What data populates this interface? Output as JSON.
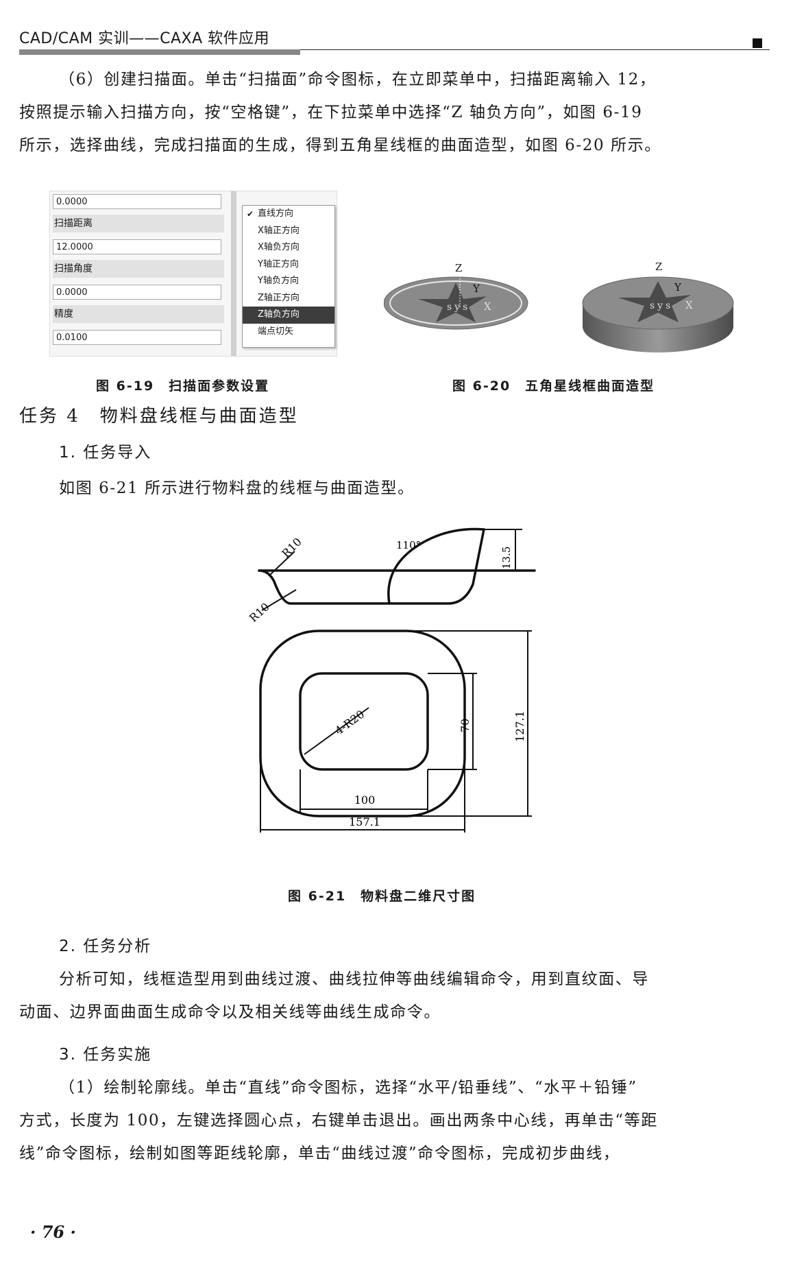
{
  "header": {
    "title": "CAD/CAM 实训——CAXA 软件应用"
  },
  "paragraphs": {
    "p6_line1": "（6）创建扫描面。单击“扫描面”命令图标，在立即菜单中，扫描距离输入 12，",
    "p6_line2": "按照提示输入扫描方向，按“空格键”，在下拉菜单中选择“Z 轴负方向”，如图 6-19",
    "p6_line3": "所示，选择曲线，完成扫描面的生成，得到五角星线框的曲面造型，如图 6-20 所示。"
  },
  "fig_6_19": {
    "fields": [
      "0.0000",
      "12.0000",
      "0.0000",
      "0.0100"
    ],
    "labels": [
      "扫描距离",
      "扫描角度",
      "精度"
    ],
    "menu_items": [
      "直线方向",
      "X轴正方向",
      "X轴负方向",
      "Y轴正方向",
      "Y轴负方向",
      "Z轴正方向",
      "Z轴负方向",
      "端点切矢"
    ],
    "checked_item": "直线方向",
    "selected_item": "Z轴负方向",
    "caption": "图 6-19　扫描面参数设置"
  },
  "fig_6_20": {
    "axis_labels": {
      "z": "Z",
      "y": "Y",
      "sys": "sys",
      "x": "X"
    },
    "caption": "图 6-20　五角星线框曲面造型"
  },
  "task4": {
    "title": "任务 4　物料盘线框与曲面造型",
    "s1_heading": "1. 任务导入",
    "s1_text": "如图 6-21 所示进行物料盘的线框与曲面造型。",
    "s2_heading": "2. 任务分析",
    "s2_line1": "分析可知，线框造型用到曲线过渡、曲线拉伸等曲线编辑命令，用到直纹面、导",
    "s2_line2": "动面、边界面曲面生成命令以及相关线等曲线生成命令。",
    "s3_heading": "3. 任务实施",
    "s3_line1": "（1）绘制轮廓线。单击“直线”命令图标，选择“水平/铅垂线”、“水平＋铅锤”",
    "s3_line2": "方式，长度为 100，左键选择圆心点，右键单击退出。画出两条中心线，再单击“等距",
    "s3_line3": "线”命令图标，绘制如图等距线轮廓，单击“曲线过渡”命令图标，完成初步曲线，"
  },
  "fig_6_21": {
    "dims": {
      "r10_top": "R10",
      "r10_bottom": "R10",
      "angle": "110°",
      "height": "13.5",
      "fillet": "4-R20",
      "inner_h": "70",
      "outer_h": "127.1",
      "inner_w": "100",
      "outer_w": "157.1"
    },
    "caption": "图 6-21　物料盘二维尺寸图"
  },
  "footer": {
    "page_number": "· 76 ·"
  }
}
